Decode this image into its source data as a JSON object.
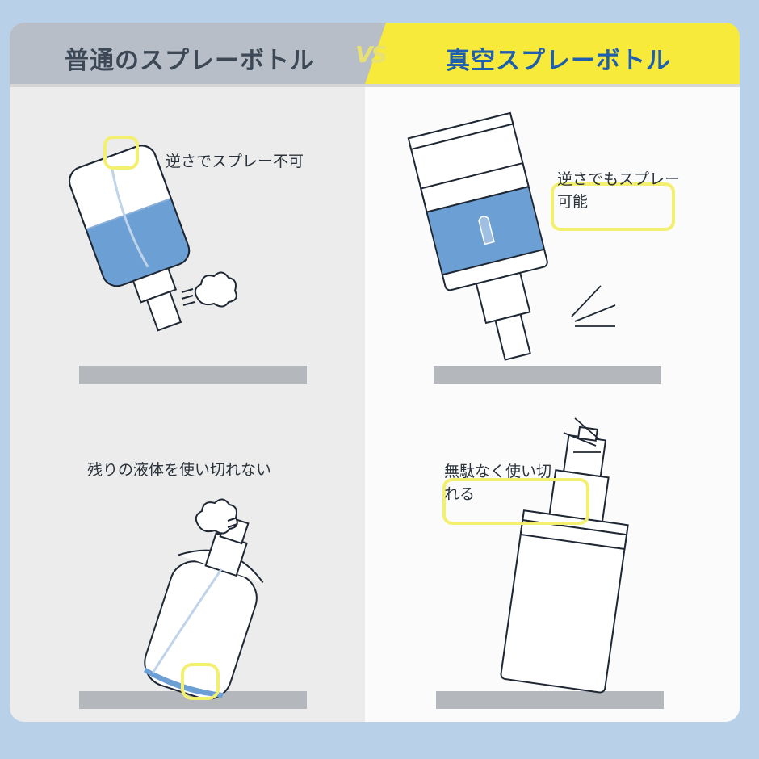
{
  "header": {
    "left_title": "普通のスプレーボトル",
    "vs_label": "VS",
    "right_title": "真空スプレーボトル"
  },
  "panels": {
    "top_left_caption": "逆さでスプレー不可",
    "top_right_caption_line1": "逆さでもスプレー",
    "top_right_caption_line2": "可能",
    "bottom_left_caption": "残りの液体を使い切れない",
    "bottom_right_caption_line1": "無駄なく使い切",
    "bottom_right_caption_line2": "れる"
  },
  "colors": {
    "background": "#b9d1e8",
    "header_left": "#b7bec7",
    "header_right": "#f7ea3a",
    "panel_left": "#ececec",
    "panel_right": "#fbfbfb",
    "liquid": "#6c9fd4",
    "highlight": "#f3f070",
    "floor_bar": "#b4b8bd"
  }
}
